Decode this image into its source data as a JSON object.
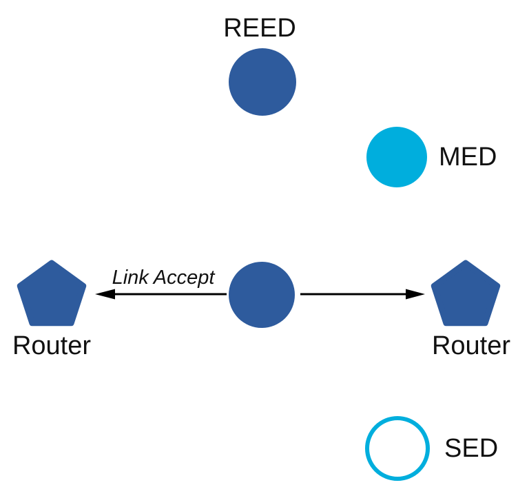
{
  "colors": {
    "node_blue": "#2E5B9D",
    "node_cyan": "#00AEDD",
    "arrow_black": "#000000",
    "text_black": "#111111"
  },
  "nodes": {
    "reed": {
      "label": "REED",
      "shape": "circle",
      "style": "solid-blue"
    },
    "med": {
      "label": "MED",
      "shape": "circle",
      "style": "solid-cyan"
    },
    "center": {
      "label": "",
      "shape": "circle",
      "style": "solid-blue"
    },
    "router_left": {
      "label": "Router",
      "shape": "pentagon",
      "style": "solid-blue"
    },
    "router_right": {
      "label": "Router",
      "shape": "pentagon",
      "style": "solid-blue"
    },
    "sed": {
      "label": "SED",
      "shape": "circle-outline",
      "style": "cyan-ring"
    }
  },
  "edges": {
    "left": {
      "label": "Link Accept",
      "direction": "center-to-left-router"
    },
    "right": {
      "label": "",
      "direction": "center-to-right-router"
    }
  }
}
